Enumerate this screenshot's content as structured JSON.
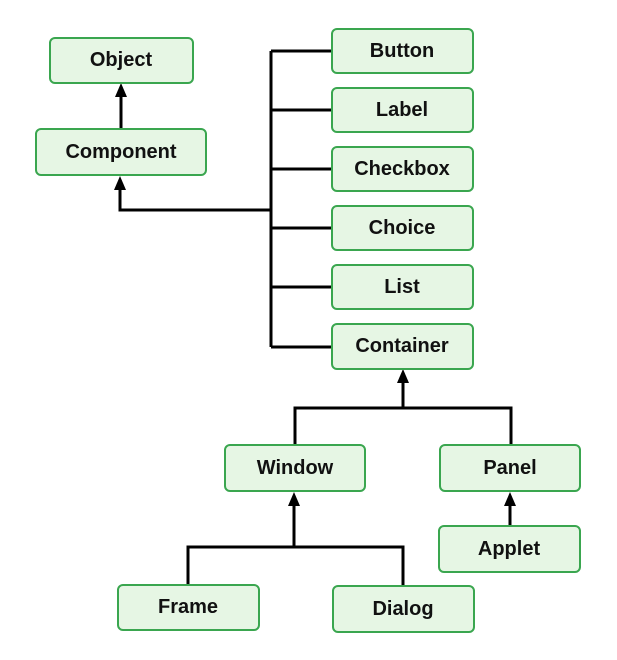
{
  "colors": {
    "node_fill": "#e6f6e4",
    "node_stroke": "#3aa64f",
    "edge": "#000000"
  },
  "nodes": {
    "object": "Object",
    "component": "Component",
    "button": "Button",
    "label": "Label",
    "checkbox": "Checkbox",
    "choice": "Choice",
    "list": "List",
    "container": "Container",
    "window": "Window",
    "panel": "Panel",
    "applet": "Applet",
    "frame": "Frame",
    "dialog": "Dialog"
  },
  "edges": [
    {
      "from": "component",
      "to": "object"
    },
    {
      "from": "button",
      "to": "component"
    },
    {
      "from": "label",
      "to": "component"
    },
    {
      "from": "checkbox",
      "to": "component"
    },
    {
      "from": "choice",
      "to": "component"
    },
    {
      "from": "list",
      "to": "component"
    },
    {
      "from": "container",
      "to": "component"
    },
    {
      "from": "window",
      "to": "container"
    },
    {
      "from": "panel",
      "to": "container"
    },
    {
      "from": "applet",
      "to": "panel"
    },
    {
      "from": "frame",
      "to": "window"
    },
    {
      "from": "dialog",
      "to": "window"
    }
  ]
}
